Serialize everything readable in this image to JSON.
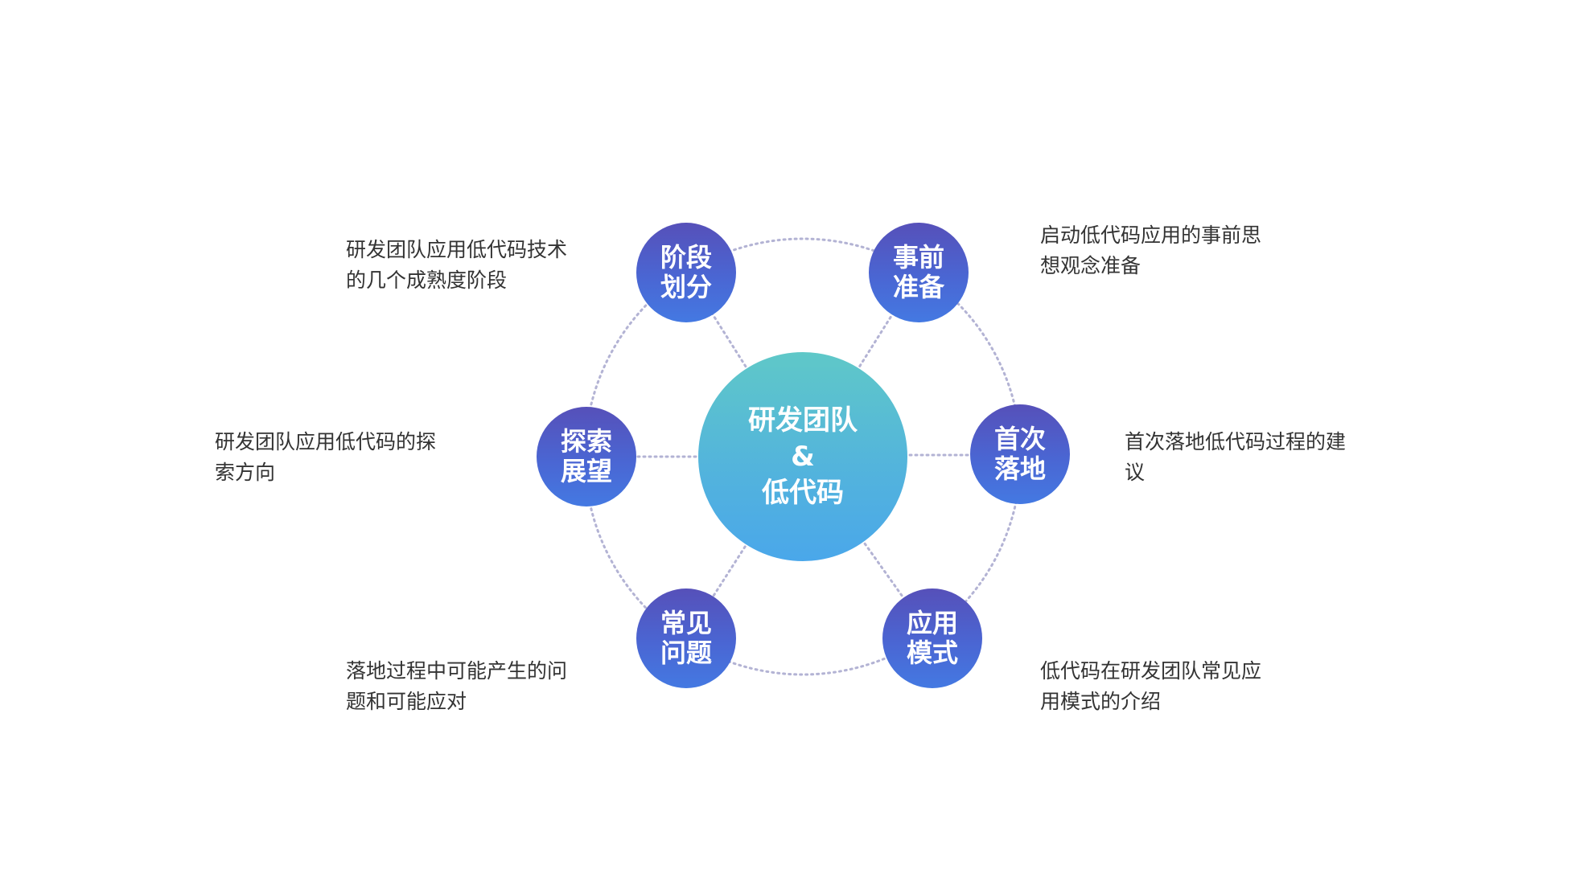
{
  "center": {
    "lines": [
      "研发团队",
      "&",
      "低代码"
    ]
  },
  "nodes": [
    {
      "id": "stages",
      "lines": [
        "阶段",
        "划分"
      ],
      "desc": [
        "研发团队应用低代码技术",
        "的几个成熟度阶段"
      ]
    },
    {
      "id": "preparation",
      "lines": [
        "事前",
        "准备"
      ],
      "desc": [
        "启动低代码应用的事前思",
        "想观念准备"
      ]
    },
    {
      "id": "explore",
      "lines": [
        "探索",
        "展望"
      ],
      "desc": [
        "研发团队应用低代码的探",
        "索方向"
      ]
    },
    {
      "id": "first-landing",
      "lines": [
        "首次",
        "落地"
      ],
      "desc": [
        "首次落地低代码过程的建",
        "议"
      ]
    },
    {
      "id": "common-issues",
      "lines": [
        "常见",
        "问题"
      ],
      "desc": [
        "落地过程中可能产生的问",
        "题和可能应对"
      ]
    },
    {
      "id": "app-patterns",
      "lines": [
        "应用",
        "模式"
      ],
      "desc": [
        "低代码在研发团队常见应",
        "用模式的介绍"
      ]
    }
  ],
  "colors": {
    "node_top": "#5650b9",
    "node_bottom": "#4479e2",
    "center_top": "#5fc8c8",
    "center_bottom": "#4aa7ea",
    "dots": "#b3b3d4",
    "text": "#333333"
  }
}
